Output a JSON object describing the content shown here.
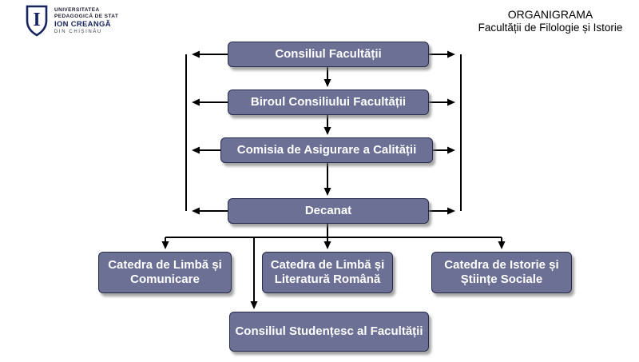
{
  "logo": {
    "university_line1": "UNIVERSITATEA",
    "university_line2": "PEDAGOGICĂ DE STAT",
    "university_name": "ION CREANGĂ",
    "university_line4": "DIN CHIȘINĂU",
    "monogram": "I",
    "brand_color": "#16255f"
  },
  "title": {
    "line1": "ORGANIGRAMA",
    "line2": "Facultății de Filologie și Istorie"
  },
  "diagram": {
    "type": "org-chart",
    "node_fill": "#6b7094",
    "node_border": "#272c4a",
    "line_color": "#000000",
    "nodes": [
      {
        "id": "consiliul-facultatii",
        "label": "Consiliul Facultății"
      },
      {
        "id": "biroul-consiliului-facultatii",
        "label": "Biroul Consiliului Facultății"
      },
      {
        "id": "comisia-asigurare-calitatii",
        "label": "Comisia de Asigurare a Calității"
      },
      {
        "id": "decanat",
        "label": "Decanat"
      },
      {
        "id": "catedra-limba-comunicare",
        "label": "Catedra de Limbă și Comunicare"
      },
      {
        "id": "catedra-limba-literatura-romana",
        "label": "Catedra de Limbă și Literatură Română"
      },
      {
        "id": "catedra-istorie-stiinte-sociale",
        "label": "Catedra de Istorie și Științe Sociale"
      },
      {
        "id": "consiliul-studentesc",
        "label": "Consiliul Studențesc al Facultății"
      }
    ],
    "edges": [
      {
        "from": "consiliul-facultatii",
        "to": "biroul-consiliului-facultatii",
        "type": "down-arrow"
      },
      {
        "from": "biroul-consiliului-facultatii",
        "to": "comisia-asigurare-calitatii",
        "type": "down-arrow"
      },
      {
        "from": "comisia-asigurare-calitatii",
        "to": "decanat",
        "type": "down-arrow"
      },
      {
        "from": "decanat",
        "to": "catedra-limba-comunicare",
        "type": "down-arrow"
      },
      {
        "from": "decanat",
        "to": "catedra-limba-literatura-romana",
        "type": "down-arrow"
      },
      {
        "from": "decanat",
        "to": "catedra-istorie-stiinte-sociale",
        "type": "down-arrow"
      },
      {
        "from": "decanat",
        "to": "consiliul-studentesc",
        "type": "down-arrow"
      },
      {
        "from": "consiliul-facultatii",
        "to": "side-rails",
        "type": "left-right-arrows"
      },
      {
        "from": "biroul-consiliului-facultatii",
        "to": "side-rails",
        "type": "left-right-arrows"
      },
      {
        "from": "comisia-asigurare-calitatii",
        "to": "side-rails",
        "type": "left-right-arrows"
      },
      {
        "from": "decanat",
        "to": "side-rails",
        "type": "left-right-arrows"
      }
    ]
  }
}
